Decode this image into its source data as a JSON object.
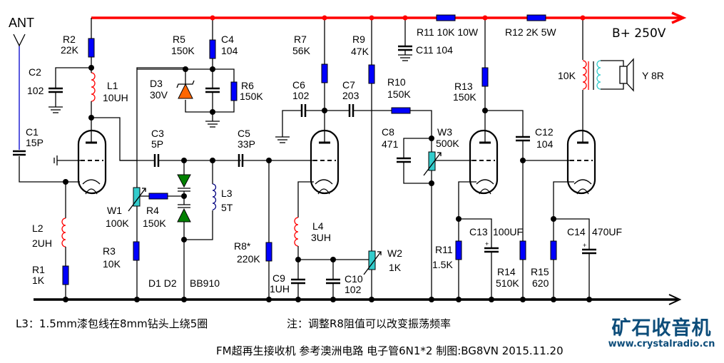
{
  "title": "FM超再生接收机 参考澳洲电路 电子管6N1*2 制图:BG8VN 2015.11.20",
  "antenna": {
    "label": "ANT"
  },
  "supply": {
    "label": "B+ 250V",
    "rail_color": "#ff0000"
  },
  "colors": {
    "resistor": "#0000ff",
    "potentiometer": "#33cccc",
    "inductor": "#ff0000",
    "zener": "#ff6600",
    "varicap": "#008000",
    "logo": "#0d4d7a"
  },
  "components": {
    "R1": {
      "ref": "R1",
      "value": "1K"
    },
    "R2": {
      "ref": "R2",
      "value": "22K"
    },
    "R3": {
      "ref": "R3",
      "value": "10K"
    },
    "R4": {
      "ref": "R4",
      "value": "150K"
    },
    "R5": {
      "ref": "R5",
      "value": "150K"
    },
    "R6": {
      "ref": "R6",
      "value": "150K"
    },
    "R7": {
      "ref": "R7",
      "value": "56K"
    },
    "R8": {
      "ref": "R8*",
      "value": "220K"
    },
    "R9": {
      "ref": "R9",
      "value": "47K"
    },
    "R10": {
      "ref": "R10",
      "value": "150K"
    },
    "R11a": {
      "ref": "R11",
      "value": "10K 10W"
    },
    "R11b": {
      "ref": "R11",
      "value": "1.5K"
    },
    "R12": {
      "ref": "R12",
      "value": "2K 5W"
    },
    "R13": {
      "ref": "R13",
      "value": "150K"
    },
    "R14": {
      "ref": "R14",
      "value": "510K"
    },
    "R15": {
      "ref": "R15",
      "value": "620"
    },
    "C1": {
      "ref": "C1",
      "value": "15P"
    },
    "C2": {
      "ref": "C2",
      "value": "102"
    },
    "C3": {
      "ref": "C3",
      "value": "5P"
    },
    "C4": {
      "ref": "C4",
      "value": "104"
    },
    "C5": {
      "ref": "C5",
      "value": "33P"
    },
    "C6": {
      "ref": "C6",
      "value": "102"
    },
    "C7": {
      "ref": "C7",
      "value": "203"
    },
    "C8": {
      "ref": "C8",
      "value": "471"
    },
    "C9": {
      "ref": "C9",
      "value": "1UH"
    },
    "C10": {
      "ref": "C10",
      "value": "102"
    },
    "C11": {
      "ref": "C11",
      "value": "104"
    },
    "C12": {
      "ref": "C12",
      "value": "104"
    },
    "C13": {
      "ref": "C13",
      "value": "100UF"
    },
    "C14": {
      "ref": "C14",
      "value": "470UF"
    },
    "L1": {
      "ref": "L1",
      "value": "10UH"
    },
    "L2": {
      "ref": "L2",
      "value": "2UH"
    },
    "L3": {
      "ref": "L3",
      "value": "5T"
    },
    "L4": {
      "ref": "L4",
      "value": "3UH"
    },
    "D3": {
      "ref": "D3",
      "value": "30V"
    },
    "D1D2": {
      "ref": "D1 D2",
      "value": "BB910"
    },
    "W1": {
      "ref": "W1",
      "value": "100K"
    },
    "W2": {
      "ref": "W2",
      "value": "1K"
    },
    "W3": {
      "ref": "W3",
      "value": "500K"
    },
    "T1": {
      "value": "10K"
    },
    "SPK": {
      "ref": "Y",
      "value": "8R"
    }
  },
  "notes": {
    "l3_note": "L3：1.5mm漆包线在8mm钻头上绕5圈",
    "r8_note": "注：调整R8阻值可以改变振荡频率",
    "footer": "FM超再生接收机   参考澳洲电路  电子管6N1*2   制图:BG8VN  2015.11.20"
  },
  "logo": {
    "name": "矿石收音机",
    "url": "www.crystalradio.cn"
  }
}
